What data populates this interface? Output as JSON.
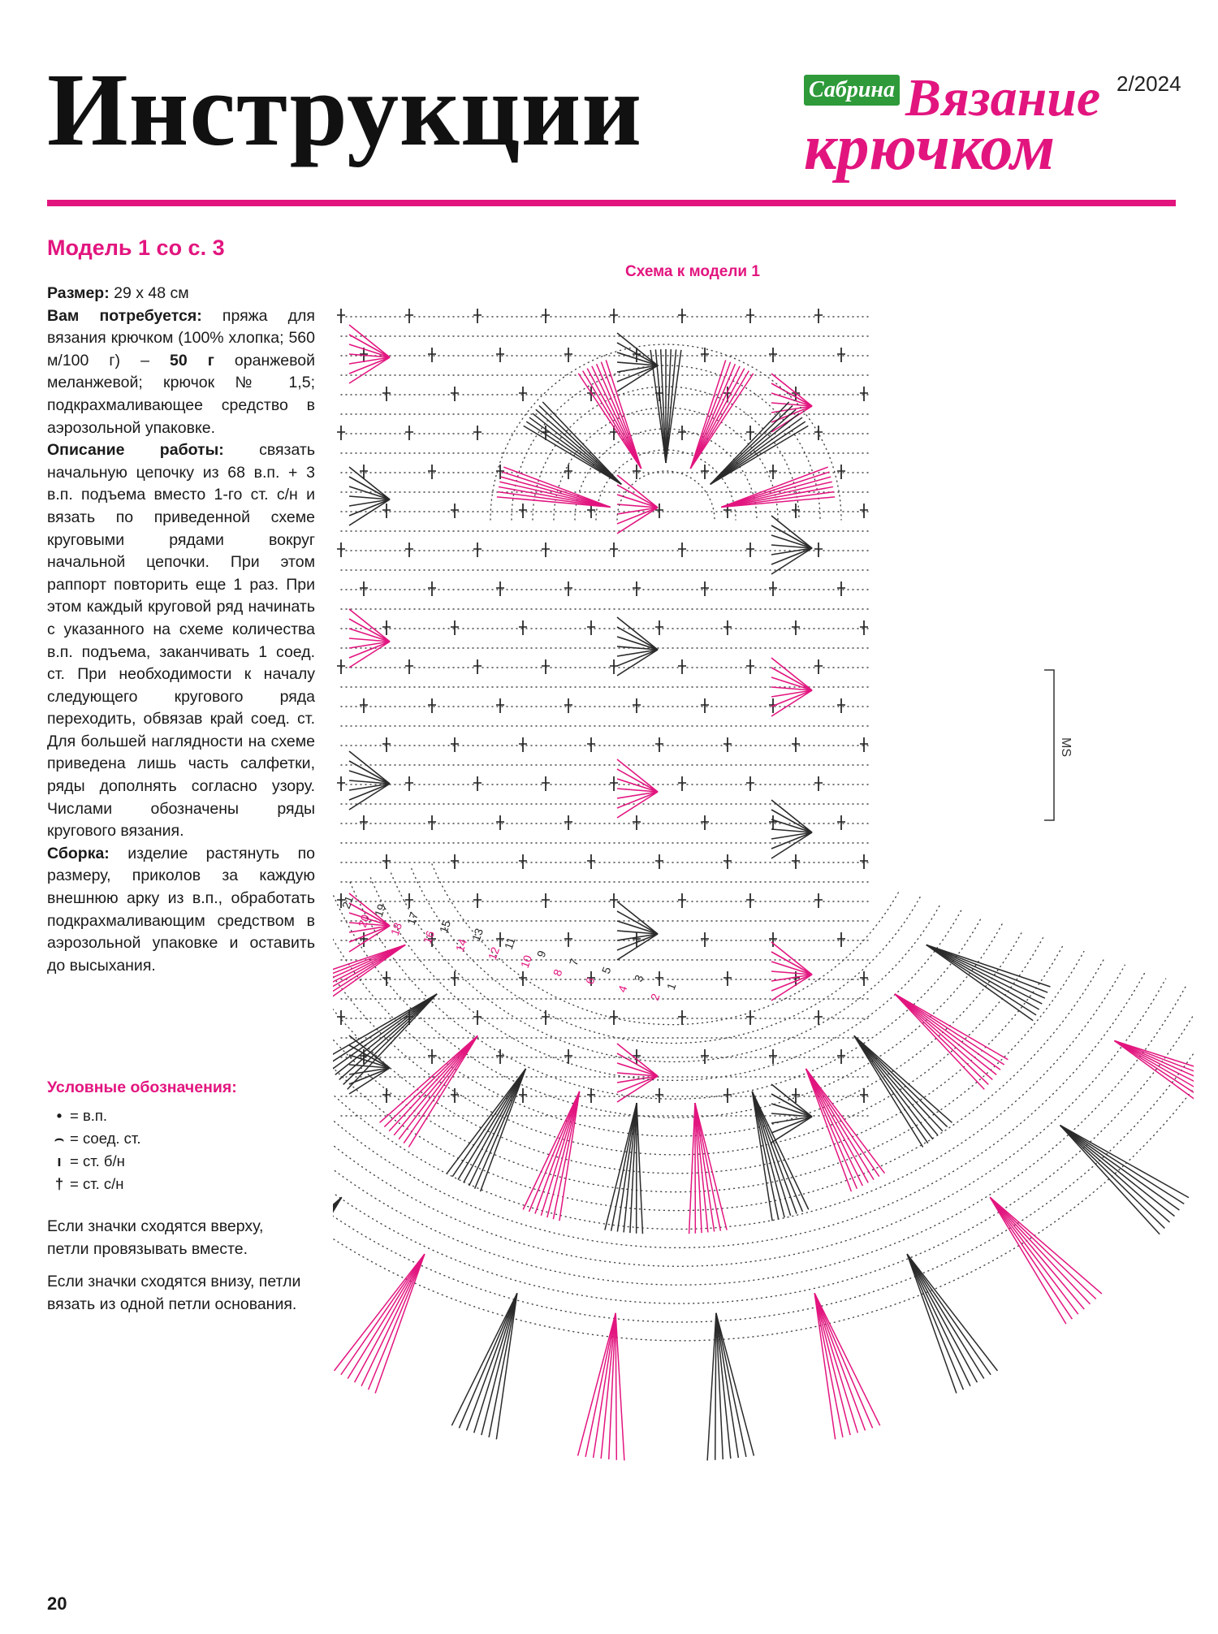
{
  "header": {
    "title": "Инструкции",
    "brand_badge": "Сабрина",
    "brand_line1": "Вязание",
    "brand_line2": "крючком",
    "issue": "2/2024",
    "accent_color": "#e2157f",
    "badge_color": "#2e9a3a"
  },
  "model": {
    "title": "Модель 1 со с. 3",
    "size_label": "Размер:",
    "size_value": "29 х 48 см",
    "materials_label": "Вам потребуется:",
    "materials_text_1": "пряжа для вязания крючком (100% хлопка; 560 м/100 г) –",
    "materials_bold": "50 г",
    "materials_text_2": "оранжевой меланжевой; крючок № 1,5; подкрахмаливающее средство в аэрозольной упаковке.",
    "description_label": "Описание работы:",
    "description_text": "связать начальную цепочку из 68 в.п. + 3 в.п. подъема вместо 1-го ст. с/н и вязать по приведенной схеме круговыми рядами вокруг начальной цепочки. При этом раппорт повторить еще 1 раз. При этом каждый круговой ряд начинать с указанного на схеме количества в.п. подъема, заканчивать 1 соед. ст. При необходимости к началу следующего кругового ряда переходить, обвязав край соед. ст. Для большей наглядности на схеме приведена лишь часть салфетки, ряды дополнять согласно узору. Числами обозначены ряды кругового вязания.",
    "assembly_label": "Сборка:",
    "assembly_text": "изделие растянуть по размеру, приколов за каждую внешнюю арку из в.п., обработать подкрахмаливающим средством в аэрозольной упаковке и оставить до высыхания."
  },
  "legend": {
    "title": "Условные обозначения:",
    "items": [
      {
        "symbol": "•",
        "label": "= в.п."
      },
      {
        "symbol": "⌢",
        "label": "= соед. ст."
      },
      {
        "symbol": "ı",
        "label": "= ст. б/н"
      },
      {
        "symbol": "†",
        "label": "= ст. с/н"
      }
    ],
    "note_1": "Если значки сходятся вверху, петли провязывать вместе.",
    "note_2": "Если значки сходятся внизу, петли вязать из одной петли основания."
  },
  "scheme": {
    "title": "Схема к модели 1",
    "rapport_label": "MS",
    "row_numbers": [
      "1",
      "2",
      "3",
      "4",
      "5",
      "6",
      "7",
      "8",
      "9",
      "10",
      "11",
      "12",
      "13",
      "14",
      "15",
      "16",
      "17",
      "18",
      "19",
      "20",
      "21"
    ]
  },
  "page_number": "20"
}
